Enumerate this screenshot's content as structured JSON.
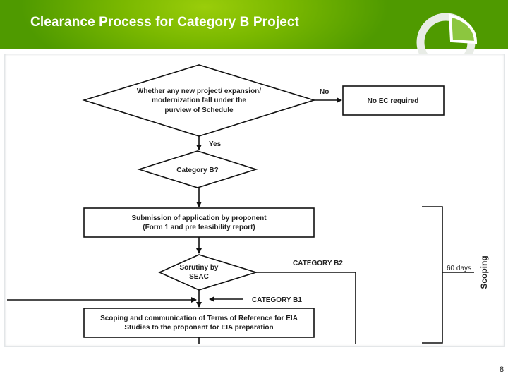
{
  "header": {
    "title": "Clearance Process for Category B Project",
    "accent": "#7ab800"
  },
  "diagram": {
    "decision1": [
      "Whether any new project/ expansion/",
      "modernization fall under the",
      "purview of Schedule"
    ],
    "no_label": "No",
    "no_ec_box": "No EC required",
    "yes_label": "Yes",
    "decision2": "Category B?",
    "submission_box": [
      "Submission of application by proponent",
      "(Form 1 and pre feasibility report)"
    ],
    "decision3": [
      "Sorutiny by",
      "SEAC"
    ],
    "category_b2": "CATEGORY B2",
    "category_b1": "CATEGORY B1",
    "scoping_box": [
      "Scoping and communication of Terms of Reference for EIA",
      "Studies to the proponent for EIA preparation"
    ],
    "duration": "60 days",
    "phase": "Scoping"
  },
  "footer": {
    "page_number": "8"
  }
}
